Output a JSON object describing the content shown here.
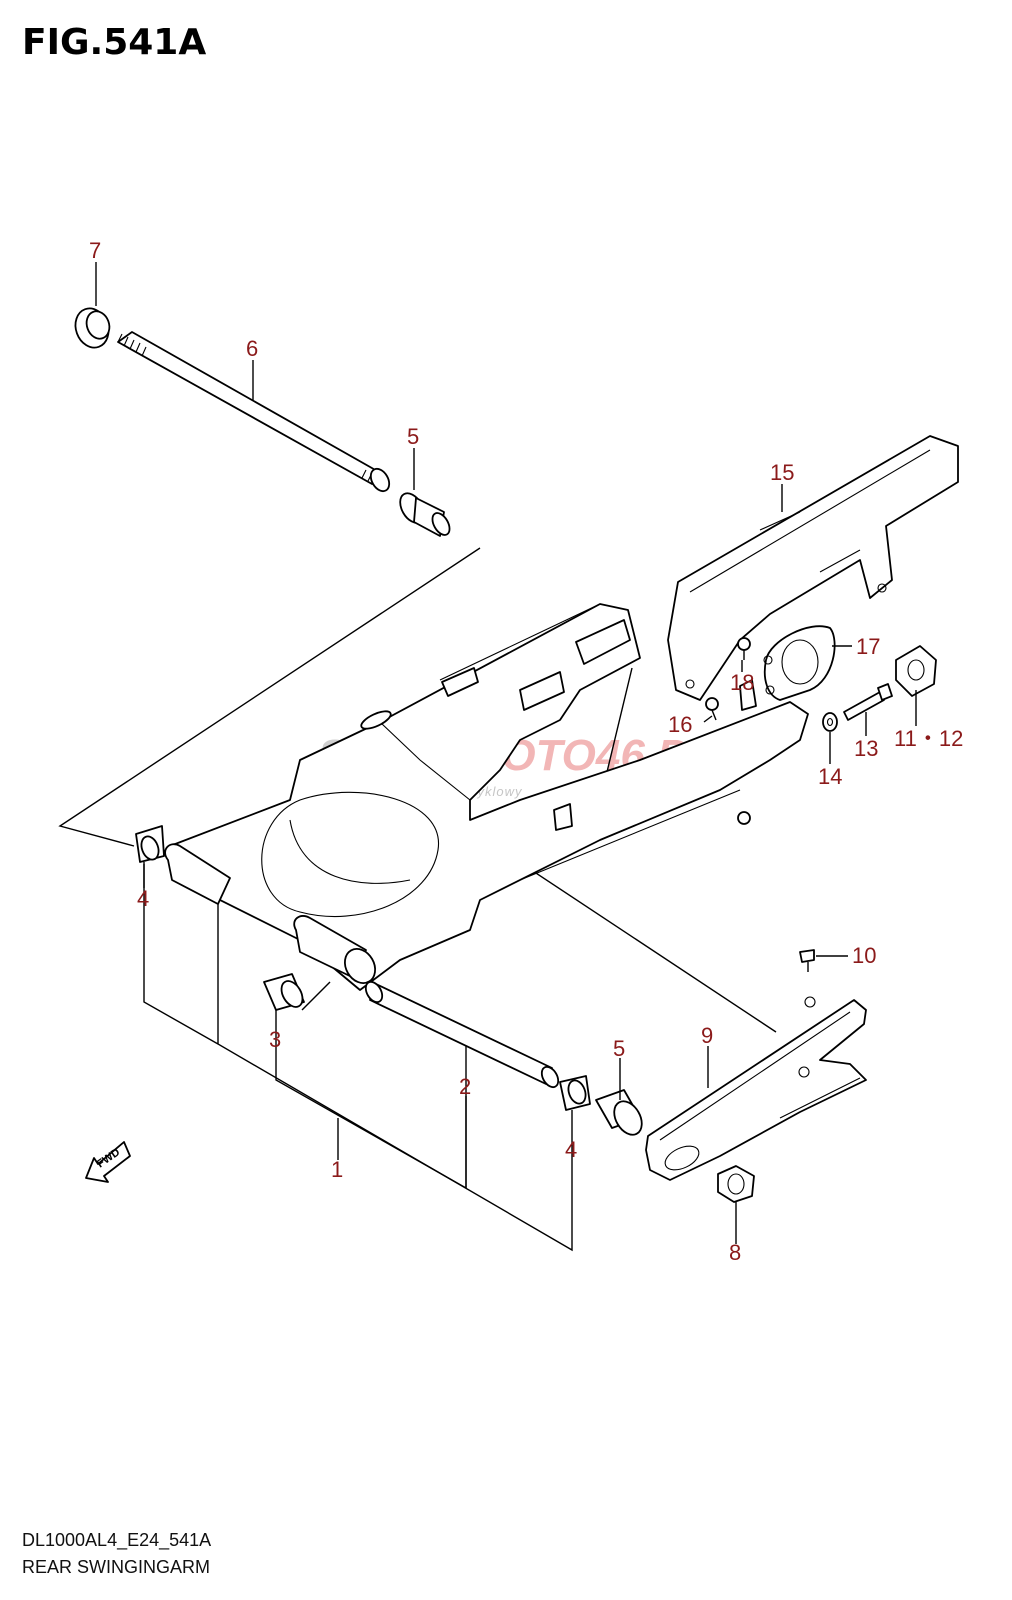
{
  "figure": {
    "title": "FIG.541A"
  },
  "callouts": [
    {
      "id": "7",
      "label": "7"
    },
    {
      "id": "6",
      "label": "6"
    },
    {
      "id": "5a",
      "label": "5"
    },
    {
      "id": "15",
      "label": "15"
    },
    {
      "id": "17",
      "label": "17"
    },
    {
      "id": "18",
      "label": "18"
    },
    {
      "id": "16",
      "label": "16"
    },
    {
      "id": "13",
      "label": "13"
    },
    {
      "id": "1112",
      "label": "11・12"
    },
    {
      "id": "14",
      "label": "14"
    },
    {
      "id": "4a",
      "label": "4"
    },
    {
      "id": "10",
      "label": "10"
    },
    {
      "id": "3",
      "label": "3"
    },
    {
      "id": "9",
      "label": "9"
    },
    {
      "id": "5b",
      "label": "5"
    },
    {
      "id": "2",
      "label": "2"
    },
    {
      "id": "4b",
      "label": "4"
    },
    {
      "id": "1",
      "label": "1"
    },
    {
      "id": "8",
      "label": "8"
    }
  ],
  "fwd_label": "FWD",
  "watermark": {
    "main_left": "SKLEP",
    "main_mid": "MOTO",
    "main_right": "46",
    "main_tld": ".PL",
    "sub": "internetowy sklep motocyklowy"
  },
  "footer": {
    "model_code": "DL1000AL4_E24_541A",
    "name": "REAR SWINGINGARM"
  }
}
